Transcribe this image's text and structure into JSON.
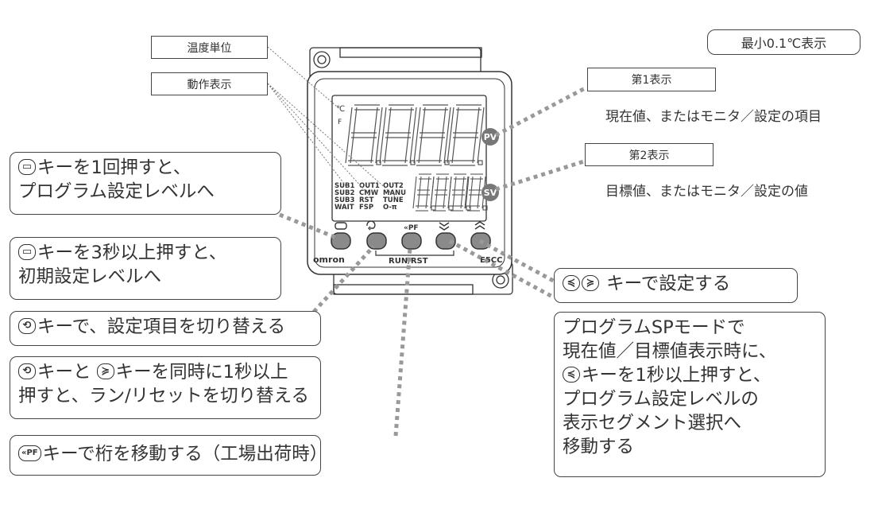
{
  "labels": {
    "temp_unit": "温度単位",
    "operation_indicator": "動作表示",
    "min_display": "最小0.1℃表示",
    "display1_title": "第1表示",
    "display1_desc": "現在値、またはモニタ／設定の項目",
    "display2_title": "第2表示",
    "display2_desc": "目標値、またはモニタ／設定の値"
  },
  "device": {
    "brand": "omron",
    "model": "E5CC",
    "pv_badge": "PV",
    "sv_badge": "SV",
    "run_rst": "RUN/RST",
    "unit_c": "℃",
    "unit_f": "F",
    "main_digits": "8.8.8.8.",
    "sub_digits": "8.8.8.8",
    "indicators": [
      "SUB1",
      "OUT1",
      "OUT2",
      "SUB2",
      "CMW",
      "MANU",
      "SUB3",
      "RST",
      "TUNE",
      "WAIT",
      "FSP",
      "O-π"
    ]
  },
  "callouts": {
    "c1": {
      "key": "▭",
      "lines": [
        "キーを1回押すと、",
        "プログラム設定レベルへ"
      ]
    },
    "c2": {
      "key": "▭",
      "lines": [
        "キーを3秒以上押すと、",
        "初期設定レベルへ"
      ]
    },
    "c3": {
      "key": "⟲",
      "lines": [
        "キーで、設定項目を切り替える"
      ]
    },
    "c4": {
      "key1": "⟲",
      "key2": "≽",
      "line1a": "キーと",
      "line1b": "キーを同時に1秒以上",
      "line2": "押すと、ラン/リセットを切り替える"
    },
    "c5": {
      "key": "«PF",
      "lines": [
        "キーで桁を移動する（工場出荷時）"
      ]
    },
    "c6": {
      "key1": "≼",
      "key2": "≽",
      "text": "キーで設定する"
    },
    "c7": {
      "line1": "プログラムSPモードで",
      "line2": "現在値／目標値表示時に、",
      "key": "≼",
      "line3": "キーを1秒以上押すと、",
      "line4": "プログラム設定レベルの",
      "line5": "表示セグメント選択へ",
      "line6": "移動する"
    }
  },
  "icons": {
    "mode_key": "mode-key-icon",
    "loop_key": "loop-key-icon",
    "shift_key": "pf-key-icon",
    "down_key": "down-key-icon",
    "up_key": "up-key-icon"
  }
}
